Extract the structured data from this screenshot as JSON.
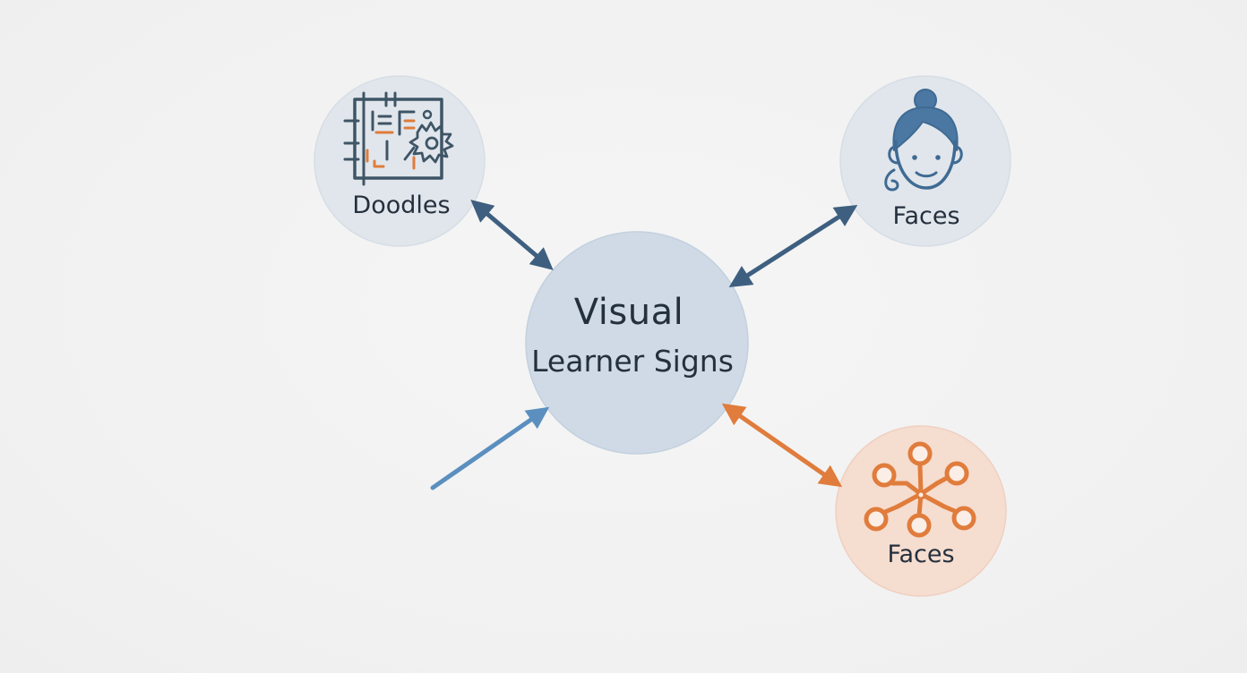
{
  "center": {
    "line1": "Visual",
    "line2": "Learner Signs"
  },
  "nodes": [
    {
      "id": "doodles",
      "label": "Doodles",
      "icon": "sketch-blueprint-icon",
      "color": "#3f5f80"
    },
    {
      "id": "faces-top",
      "label": "Faces",
      "icon": "woman-face-icon",
      "color": "#3f6a93"
    },
    {
      "id": "faces-bottom",
      "label": "Faces",
      "icon": "network-hub-icon",
      "color": "#e07c3c"
    }
  ],
  "colors": {
    "background": "#f2f2f2",
    "center_fill": "#cfdae6",
    "node_fill_blue": "#e1e6ec",
    "node_fill_orange": "#f5ddd0",
    "arrow_dark": "#3e5f80",
    "arrow_light": "#5a8fbf",
    "accent_orange": "#e07c3c",
    "text": "#25303d"
  }
}
